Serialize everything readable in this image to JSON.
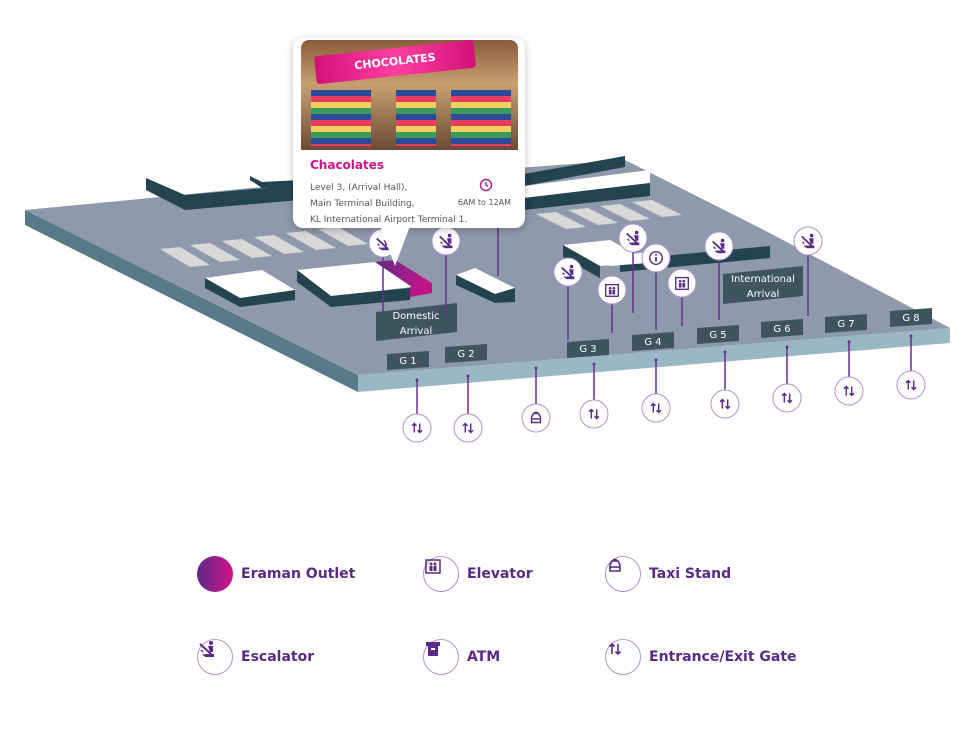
{
  "map": {
    "gates": [
      "G 1",
      "G 2",
      "G 3",
      "G 4",
      "G 5",
      "G 6",
      "G 7",
      "G 8"
    ],
    "areas": {
      "domestic": [
        "Domestic",
        "Arrival"
      ],
      "international": [
        "International",
        "Arrival"
      ]
    }
  },
  "popup": {
    "sign_text": "CHOCOLATES",
    "title": "Chacolates",
    "address": [
      "Level 3, (Arrival Hall),",
      "Main Terminal Building,",
      "KL International Airport Terminal 1."
    ],
    "hours": "6AM to 12AM",
    "icon": "clock-icon"
  },
  "legend": [
    {
      "label": "Eraman Outlet",
      "icon": "outlet-swatch"
    },
    {
      "label": "Elevator",
      "icon": "elevator-icon"
    },
    {
      "label": "Taxi Stand",
      "icon": "taxi-icon"
    },
    {
      "label": "Escalator",
      "icon": "escalator-icon"
    },
    {
      "label": "ATM",
      "icon": "atm-icon"
    },
    {
      "label": "Entrance/Exit Gate",
      "icon": "entrance-exit-icon"
    }
  ],
  "colors": {
    "accent": "#6a2c91",
    "outlet": "#c2128a",
    "floor": "#8e9aab",
    "wall": "#23434f",
    "label_bg": "#3e545f"
  }
}
